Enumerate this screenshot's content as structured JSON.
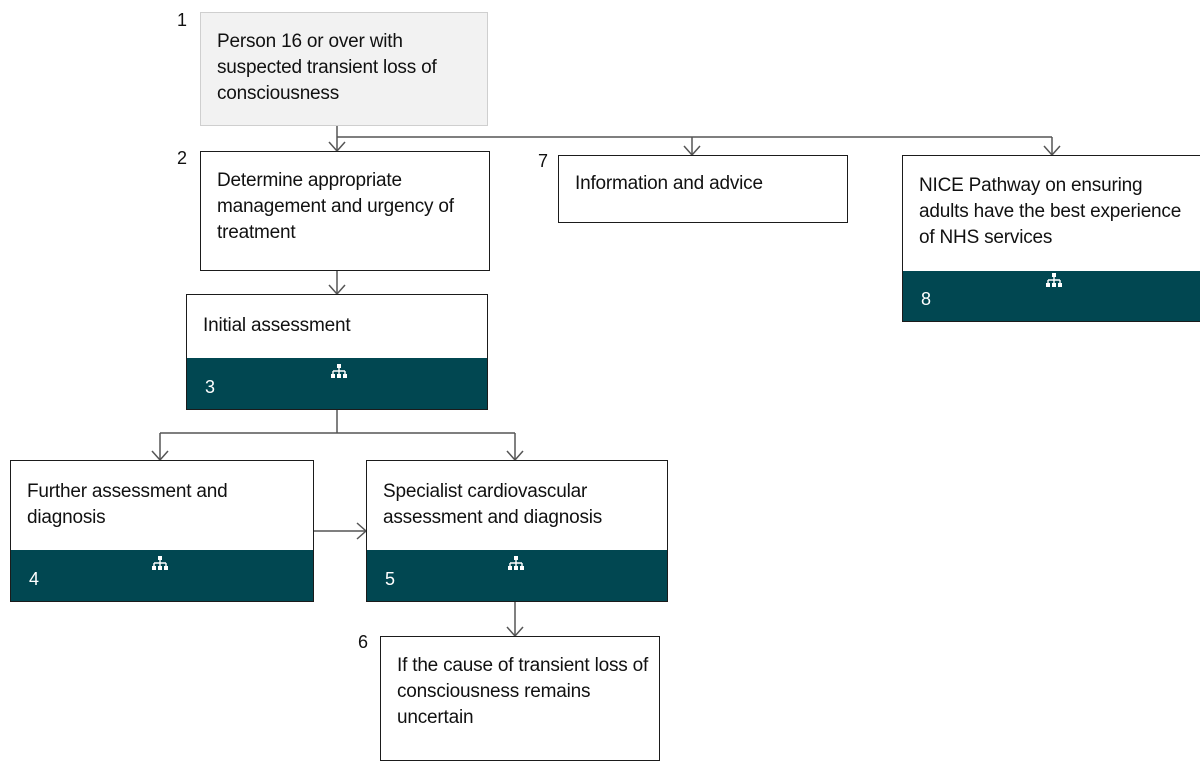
{
  "nodes": {
    "n1": {
      "number": "1",
      "text": "Person 16 or over with suspected transient loss of consciousness"
    },
    "n2": {
      "number": "2",
      "text": "Determine appropriate management and urgency of treatment"
    },
    "n3": {
      "number": "3",
      "text": "Initial assessment"
    },
    "n4": {
      "number": "4",
      "text": "Further assessment and diagnosis"
    },
    "n5": {
      "number": "5",
      "text": "Specialist cardiovascular assessment and diagnosis"
    },
    "n6": {
      "number": "6",
      "text": "If the cause of transient loss of consciousness remains uncertain"
    },
    "n7": {
      "number": "7",
      "text": "Information and advice"
    },
    "n8": {
      "number": "8",
      "text": "NICE Pathway on ensuring adults have the best experience of NHS services"
    }
  },
  "colors": {
    "band": "#014751",
    "start_fill": "#f2f2f2",
    "border": "#1b1b1b",
    "connector": "#555555"
  },
  "icons": {
    "pathway": "hierarchy-icon"
  }
}
